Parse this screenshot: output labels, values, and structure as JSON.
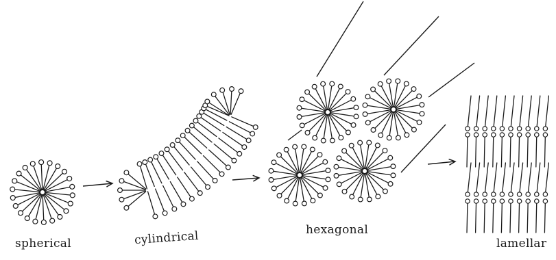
{
  "labels": {
    "spherical": "spherical",
    "cylindrical": "cylindrical",
    "hexagonal": "hexagonal",
    "lamellar": "lamellar"
  },
  "colors": {
    "ink": "#1a1a1a",
    "paper": "#ffffff"
  },
  "icons": {
    "arrow": "right-arrow-icon",
    "lipid": "lipid-molecule-icon"
  }
}
